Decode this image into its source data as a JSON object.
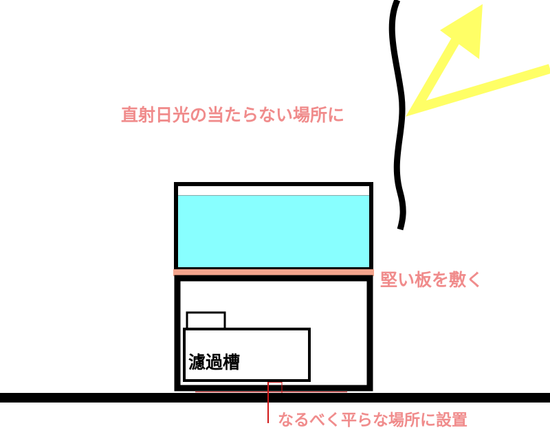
{
  "diagram": {
    "labels": {
      "sun_note": "直射日光の当たらない場所に",
      "board_note": "堅い板を敷く",
      "floor_note": "なるべく平らな場所に設置",
      "filter_label": "濾過槽"
    },
    "colors": {
      "note_text": "#f08c8c",
      "filter_text": "#000000",
      "water": "#88ffff",
      "board": "#f4a48c",
      "sun_arrow": "#ffff66",
      "outline": "#000000",
      "floor_marker": "#d01818"
    }
  }
}
